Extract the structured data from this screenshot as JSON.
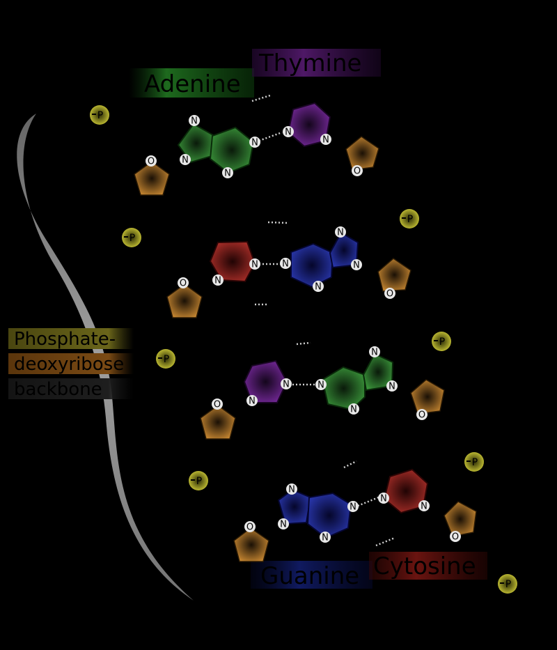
{
  "labels": {
    "adenine": "Adenine",
    "thymine": "Thymine",
    "guanine": "Guanine",
    "cytosine": "Cytosine",
    "backbone_line1": "Phosphate-",
    "backbone_line2": "deoxyribose",
    "backbone_line3": "backbone"
  },
  "atoms": {
    "nitrogen": "N",
    "oxygen": "O",
    "phosphate": "P"
  },
  "colors": {
    "background": "#000000",
    "adenine": "#2e8b2e",
    "thymine": "#6a1b8a",
    "guanine": "#1f2a9a",
    "cytosine": "#a8231c",
    "sugar": "#c8842a",
    "phosphate": "#c9c72a",
    "backbone_label_1": "#6f6a1a",
    "backbone_label_2": "#7a4a12",
    "backbone_label_3": "#1f1f1f"
  }
}
